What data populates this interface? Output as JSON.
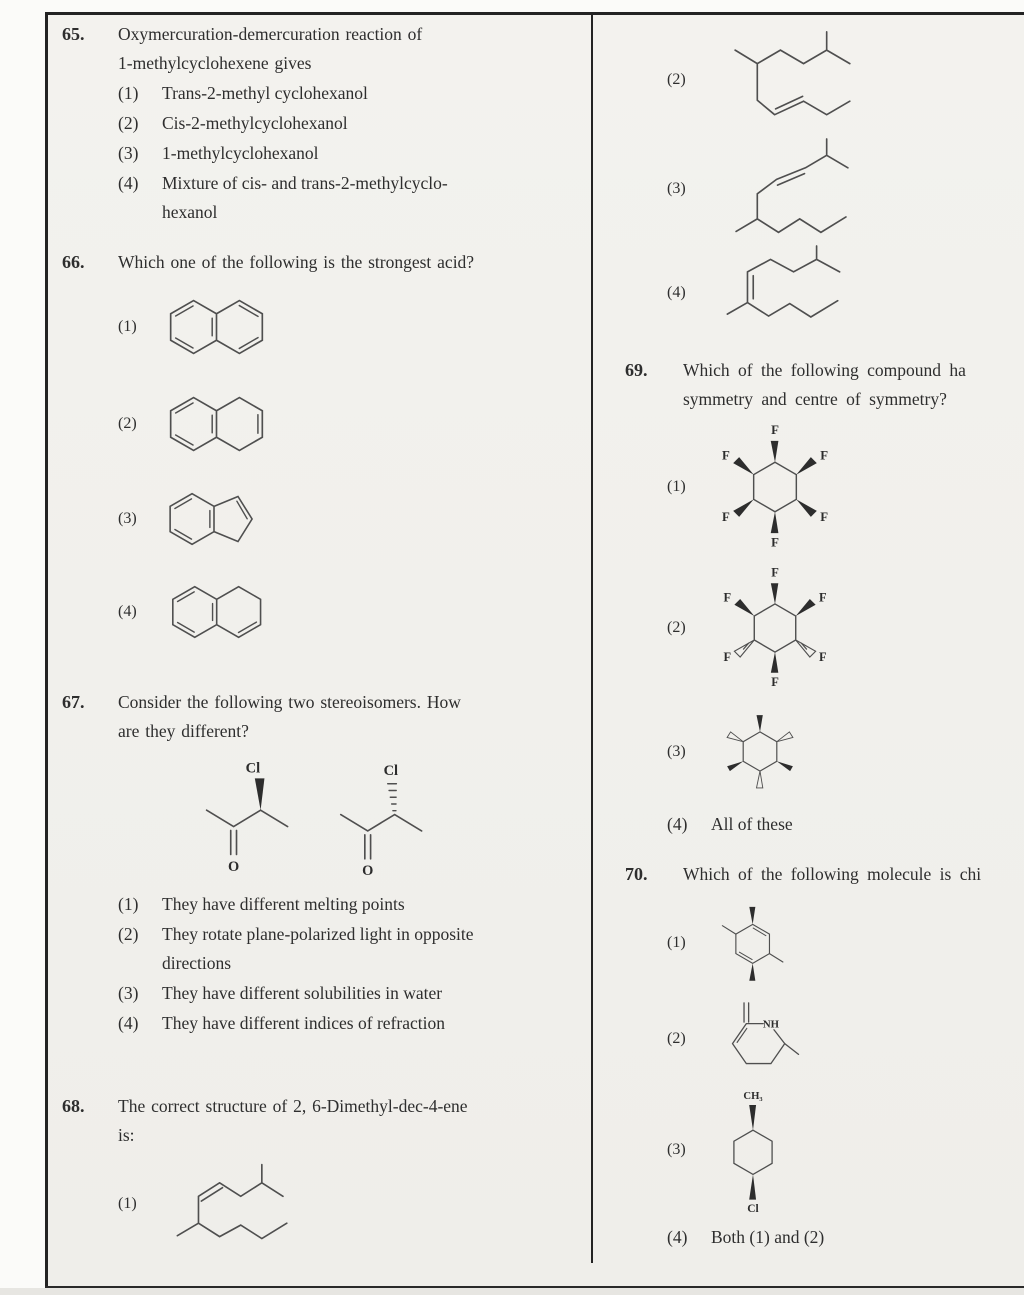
{
  "atoms": {
    "cl": "Cl",
    "o": "O",
    "f": "F",
    "nh": "NH",
    "ch3": "CH₃"
  },
  "q65": {
    "no": "65.",
    "text": "Oxymercuration-demercuration reaction of\n1-methylcyclohexene gives",
    "opts": [
      {
        "l": "(1)",
        "t": "Trans-2-methyl cyclohexanol"
      },
      {
        "l": "(2)",
        "t": "Cis-2-methylcyclohexanol"
      },
      {
        "l": "(3)",
        "t": "1-methylcyclohexanol"
      },
      {
        "l": "(4)",
        "t": "Mixture of cis- and trans-2-methylcyclo-\nhexanol"
      }
    ]
  },
  "q66": {
    "no": "66.",
    "text": "Which one of the following is the strongest acid?",
    "opts": [
      {
        "l": "(1)"
      },
      {
        "l": "(2)"
      },
      {
        "l": "(3)"
      },
      {
        "l": "(4)"
      }
    ]
  },
  "q67": {
    "no": "67.",
    "text": "Consider the following two stereoisomers. How\nare they different?",
    "opts": [
      {
        "l": "(1)",
        "t": "They have different melting points"
      },
      {
        "l": "(2)",
        "t": "They rotate plane-polarized light in opposite\ndirections"
      },
      {
        "l": "(3)",
        "t": "They have different solubilities in water"
      },
      {
        "l": "(4)",
        "t": "They have different indices of refraction"
      }
    ]
  },
  "q68": {
    "no": "68.",
    "text": "The correct structure of 2, 6-Dimethyl-dec-4-ene\nis:",
    "opts": [
      {
        "l": "(1)"
      },
      {
        "l": "(2)"
      },
      {
        "l": "(3)"
      },
      {
        "l": "(4)"
      }
    ]
  },
  "q69": {
    "no": "69.",
    "text": "Which of the following compound ha\nsymmetry and centre of symmetry?",
    "opts": [
      {
        "l": "(1)"
      },
      {
        "l": "(2)"
      },
      {
        "l": "(3)"
      },
      {
        "l": "(4)",
        "t": "All of these"
      }
    ]
  },
  "q70": {
    "no": "70.",
    "text": "Which of the following molecule is chi",
    "opts": [
      {
        "l": "(1)"
      },
      {
        "l": "(2)"
      },
      {
        "l": "(3)"
      },
      {
        "l": "(4)",
        "t": "Both (1) and (2)"
      }
    ]
  }
}
